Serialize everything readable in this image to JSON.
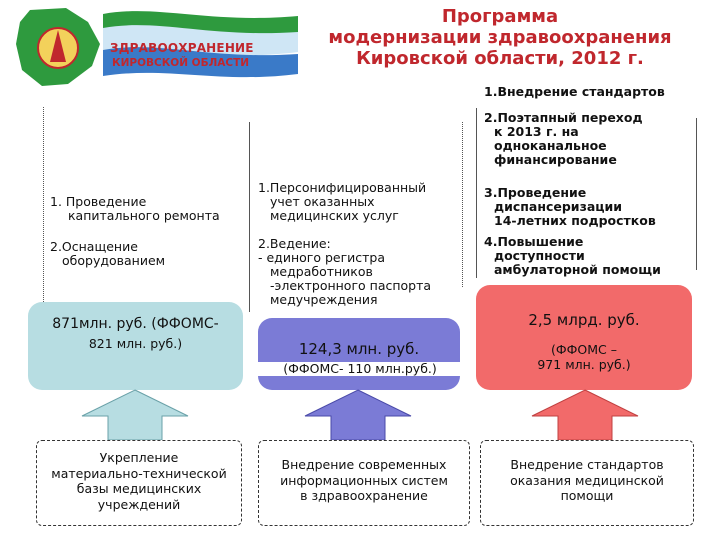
{
  "header": {
    "logo_line1": "ЗДРАВООХРАНЕНИЕ",
    "logo_line2": "КИРОВСКОЙ ОБЛАСТИ",
    "title_lines": [
      "Программа",
      "модернизации здравоохранения",
      "Кировской области, 2012 г."
    ]
  },
  "left": {
    "item1_lines": [
      "1. Проведение",
      "   капитального ремонта"
    ],
    "item2_lines": [
      "2.Оснащение",
      "  оборудованием"
    ],
    "amount_line1": "871млн. руб. (ФФОМС-",
    "amount_line2": "821 млн. руб.)",
    "base_lines": [
      "Укрепление",
      "материально-технической",
      "базы медицинских",
      "учреждений"
    ]
  },
  "middle": {
    "item1_lines": [
      "1.Персонифицированный",
      "  учет оказанных",
      "  медицинских услуг"
    ],
    "item2_lines": [
      "2.Ведение:",
      "- единого регистра",
      "  медработников",
      "  -электронного паспорта",
      "  медучреждения"
    ],
    "amount_line1": "124,3 млн. руб.",
    "amount_line2": "(ФФОМС- 110 млн.руб.)",
    "base_lines": [
      "Внедрение современных",
      "информационных систем",
      "в здравоохранение"
    ]
  },
  "right": {
    "item1_lines": [
      "1.Внедрение стандартов"
    ],
    "item2_lines": [
      "2.Поэтапный переход",
      "к 2013 г. на",
      "одноканальное",
      "финансирование"
    ],
    "item3_lines": [
      "3.Проведение",
      "диспансеризации",
      "14-летних подростков"
    ],
    "item4_lines": [
      "4.Повышение",
      "доступности",
      "амбулаторной помощи"
    ],
    "amount_line1": "2,5 млрд. руб.",
    "amount_line2": "(ФФОМС –",
    "amount_line3": "971  млн. руб.)",
    "base_lines": [
      "Внедрение стандартов",
      "оказания медицинской",
      "помощи"
    ]
  },
  "colors": {
    "title": "#c0272d",
    "left_box": "#b7dde2",
    "middle_box": "#7b7bd6",
    "right_box": "#f26a6a"
  }
}
